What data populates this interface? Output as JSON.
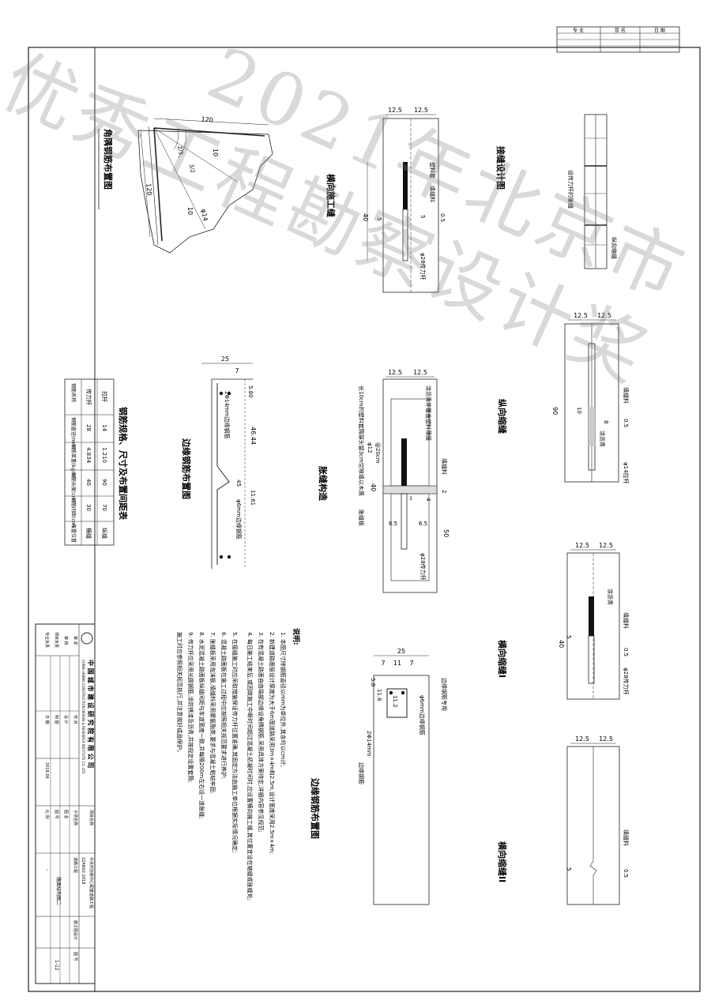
{
  "header_table": {
    "col1": "专 业",
    "col2": "签 名",
    "col3": "日 期"
  },
  "watermark": {
    "line1": "优秀工程勘察设计奖",
    "line2": "2021年北京市"
  },
  "corner": {
    "title": "角隅钢筋布置图",
    "dims": [
      "120",
      "120",
      "10",
      "10",
      "φ14",
      "2/3",
      "3/2"
    ]
  },
  "cj1": {
    "title": "横向施工缝",
    "dims": [
      "12.5",
      "12.5",
      "40",
      "5",
      "5",
      "0.5"
    ],
    "labels": [
      "塑料套",
      "填缝料",
      "φ28传力杆"
    ]
  },
  "jf": {
    "title": "接缝设计图",
    "labels": [
      "设传力杆的胀缝",
      "纵向缩缝"
    ]
  },
  "edge1": {
    "title": "边缘钢筋布置图",
    "dims": [
      "25",
      "7",
      "5.80",
      "46.44",
      "45",
      "11.61"
    ],
    "labels": [
      "2Φ14mm边缘钢筋",
      "φ6mm边缘钢筋"
    ]
  },
  "expan": {
    "title": "胀缝构造",
    "dims": [
      "12.5",
      "12.5",
      "40",
      "50",
      "2",
      "4",
      "6.5",
      "6.5",
      "3"
    ],
    "labels": [
      "涂沥青并覆盖塑料薄膜",
      "长10cm的塑料套筒端头留3cm空隙填以木屑",
      "φ12",
      "@20cm",
      "填缝料",
      "胀缝板",
      "φ28传力杆"
    ]
  },
  "zxsf": {
    "title": "纵向缩缝",
    "dims": [
      "12.5",
      "12.5",
      "90",
      "10",
      "8",
      "0.5"
    ],
    "labels": [
      "填缝料",
      "涂沥青",
      "φ14拉杆"
    ]
  },
  "hxs1": {
    "title": "横向缩缝I",
    "dims": [
      "12.5",
      "12.5",
      "40",
      "5",
      "0.5"
    ],
    "labels": [
      "涂沥青",
      "填缝料",
      "φ28传力杆"
    ]
  },
  "hxs2": {
    "title": "横向缩缝II",
    "dims": [
      "12.5",
      "12.5",
      "5",
      "0.5"
    ],
    "labels": [
      "填缝料"
    ]
  },
  "edge2": {
    "title": "边缘钢筋布置图",
    "dims": [
      "25",
      "7",
      "11",
      "7",
      "5.8",
      "11.6",
      "11.2"
    ],
    "labels": [
      "边缘钢筋专用",
      "φ6mm边缘钢筋",
      "2Φ14mm",
      "边缘钢筋"
    ]
  },
  "rebar": {
    "title": "钢筋规格、尺寸及布置间距表",
    "headers": [
      "钢筋名称",
      "钢筋直径(mm)",
      "钢筋单重(kg/m)",
      "钢筋长度(cm)",
      "钢筋间距(cm)",
      "布置位置"
    ],
    "rows": [
      [
        "传力杆",
        "28",
        "4.834",
        "40",
        "30",
        "横缝"
      ],
      [
        "拉杆",
        "14",
        "1.210",
        "90",
        "70",
        "纵缝"
      ]
    ]
  },
  "notes": {
    "title": "说明:",
    "items": [
      "1. 本图尺寸除钢筋直径以mm为单位外,其余均以cm计;",
      "2. 新建道路面层设计厚度为大于6m宽道路采用3m×4m和2.5m,设计宽度采用2.5m×4m;",
      "3. 在有混凝土路面自由端部边缘设角隅钢筋,采用具体方案待定,详细内容参见规范;",
      "4. 每日施工结束后,或因故施工中断时间超过混凝土初凝时间时,应设置横向施工缝,其位置宜设在缩缝或胀缝处;",
      "5. 在接缝施工时应采取措施保证传力杆位置准确,其固定方法由施工单位根据实际情况确定;",
      "6. 混凝土路面板在施工过程中应按照相关规范要求进行养护;",
      "7. 胀缝板采用泡沫板,填缝料采用聚氨酯类,要求与混凝土粘结牢固;",
      "8. 水泥混凝土路面板纵缝间距与车道宽度一致,并每隔200m左右设一道胀缝;",
      "9. 传力杆应采用光圆钢筋,涂防锈漆及沥青,并按规定设置套筒;",
      "施工时应参照相关规范执行,并注意做好成品保护。"
    ]
  },
  "titleblock": {
    "company": "中 国 城 市 建 设 研 究 院 有 限 公 司",
    "company_en": "CHINA URBAN CONSTRUCTION DESIGN & RESEARCH INSTITUTE CO. LTD",
    "cells": [
      "审 定",
      "审 核",
      "项目负责",
      "专业负责",
      "校 对",
      "设 计",
      "制 图",
      "日 期",
      "2018.06",
      "图 号",
      "比 例"
    ],
    "project_label": "项目名称",
    "project": "中关村创新中心配套道路工程",
    "sub_label": "子项名称",
    "sub": "道路工程",
    "drawing_label": "图 名",
    "drawing": "路面结构图二",
    "stage": "施工图设计",
    "number_label": "图 号",
    "number": "1-12",
    "scale": "-",
    "code": "22AN02-2018"
  }
}
